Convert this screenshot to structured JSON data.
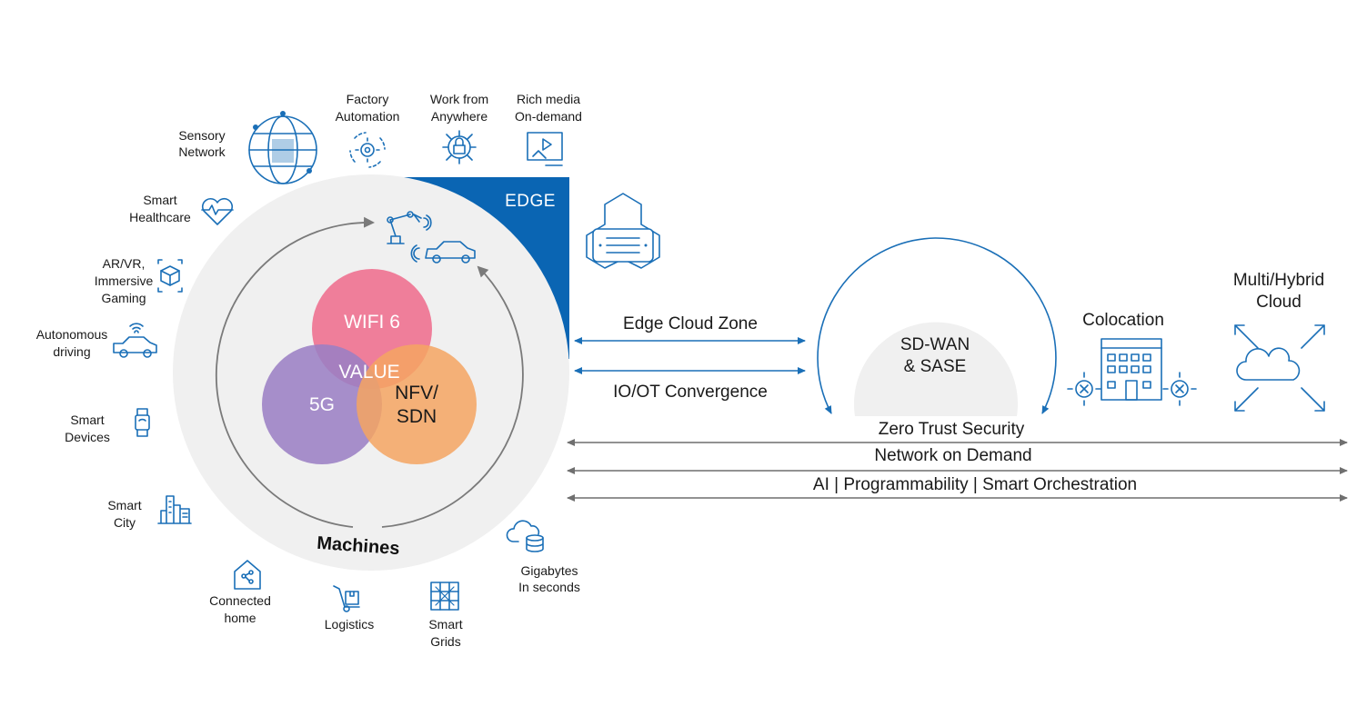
{
  "edge_label": "EDGE",
  "machines_label": "Machines",
  "venn": {
    "wifi": "WIFI 6",
    "value": "VALUE",
    "fiveg": "5G",
    "nfv_line1": "NFV/",
    "nfv_line2": "SDN"
  },
  "use_cases": {
    "sensory_network": [
      "Sensory",
      "Network"
    ],
    "factory_automation": [
      "Factory",
      "Automation"
    ],
    "work_from_anywhere": [
      "Work from",
      "Anywhere"
    ],
    "rich_media": [
      "Rich media",
      "On-demand"
    ],
    "smart_healthcare": [
      "Smart",
      "Healthcare"
    ],
    "ar_vr": [
      "AR/VR,",
      "Immersive",
      "Gaming"
    ],
    "autonomous_driving": [
      "Autonomous",
      "driving"
    ],
    "smart_devices": [
      "Smart",
      "Devices"
    ],
    "smart_city": [
      "Smart",
      "City"
    ],
    "connected_home": [
      "Connected",
      "home"
    ],
    "logistics": [
      "Logistics"
    ],
    "smart_grids": [
      "Smart",
      "Grids"
    ],
    "gigabytes": [
      "Gigabytes",
      "In seconds"
    ]
  },
  "flows": {
    "edge_cloud_zone": "Edge Cloud Zone",
    "io_ot_convergence": "IO/OT Convergence"
  },
  "sdwan": [
    "SD-WAN",
    "& SASE"
  ],
  "colocation": "Colocation",
  "multi_cloud": [
    "Multi/Hybrid",
    "Cloud"
  ],
  "bands": {
    "zero_trust": "Zero Trust Security",
    "network_on_demand": "Network on Demand",
    "ai": "AI | Programmability | Smart Orchestration"
  },
  "colors": {
    "accent_blue": "#1a6fb7",
    "edge_blue": "#0a65b3",
    "wifi": "#ee6a8b",
    "fiveg": "#9b7fc4",
    "nfv": "#f5a561",
    "value_overlap": "#e8415a",
    "circle_bg": "#f0f0f0"
  },
  "icons": {
    "sensory_network": "globe-network-icon",
    "factory_automation": "gear-cycle-icon",
    "work_from_anywhere": "lock-network-icon",
    "rich_media": "video-screen-icon",
    "smart_healthcare": "heart-pulse-icon",
    "ar_vr": "cube-vr-icon",
    "autonomous_driving": "connected-car-icon",
    "smart_devices": "smartwatch-icon",
    "smart_city": "city-buildings-icon",
    "connected_home": "smart-home-icon",
    "logistics": "hand-truck-icon",
    "smart_grids": "grid-icon",
    "gigabytes": "cloud-database-icon"
  }
}
